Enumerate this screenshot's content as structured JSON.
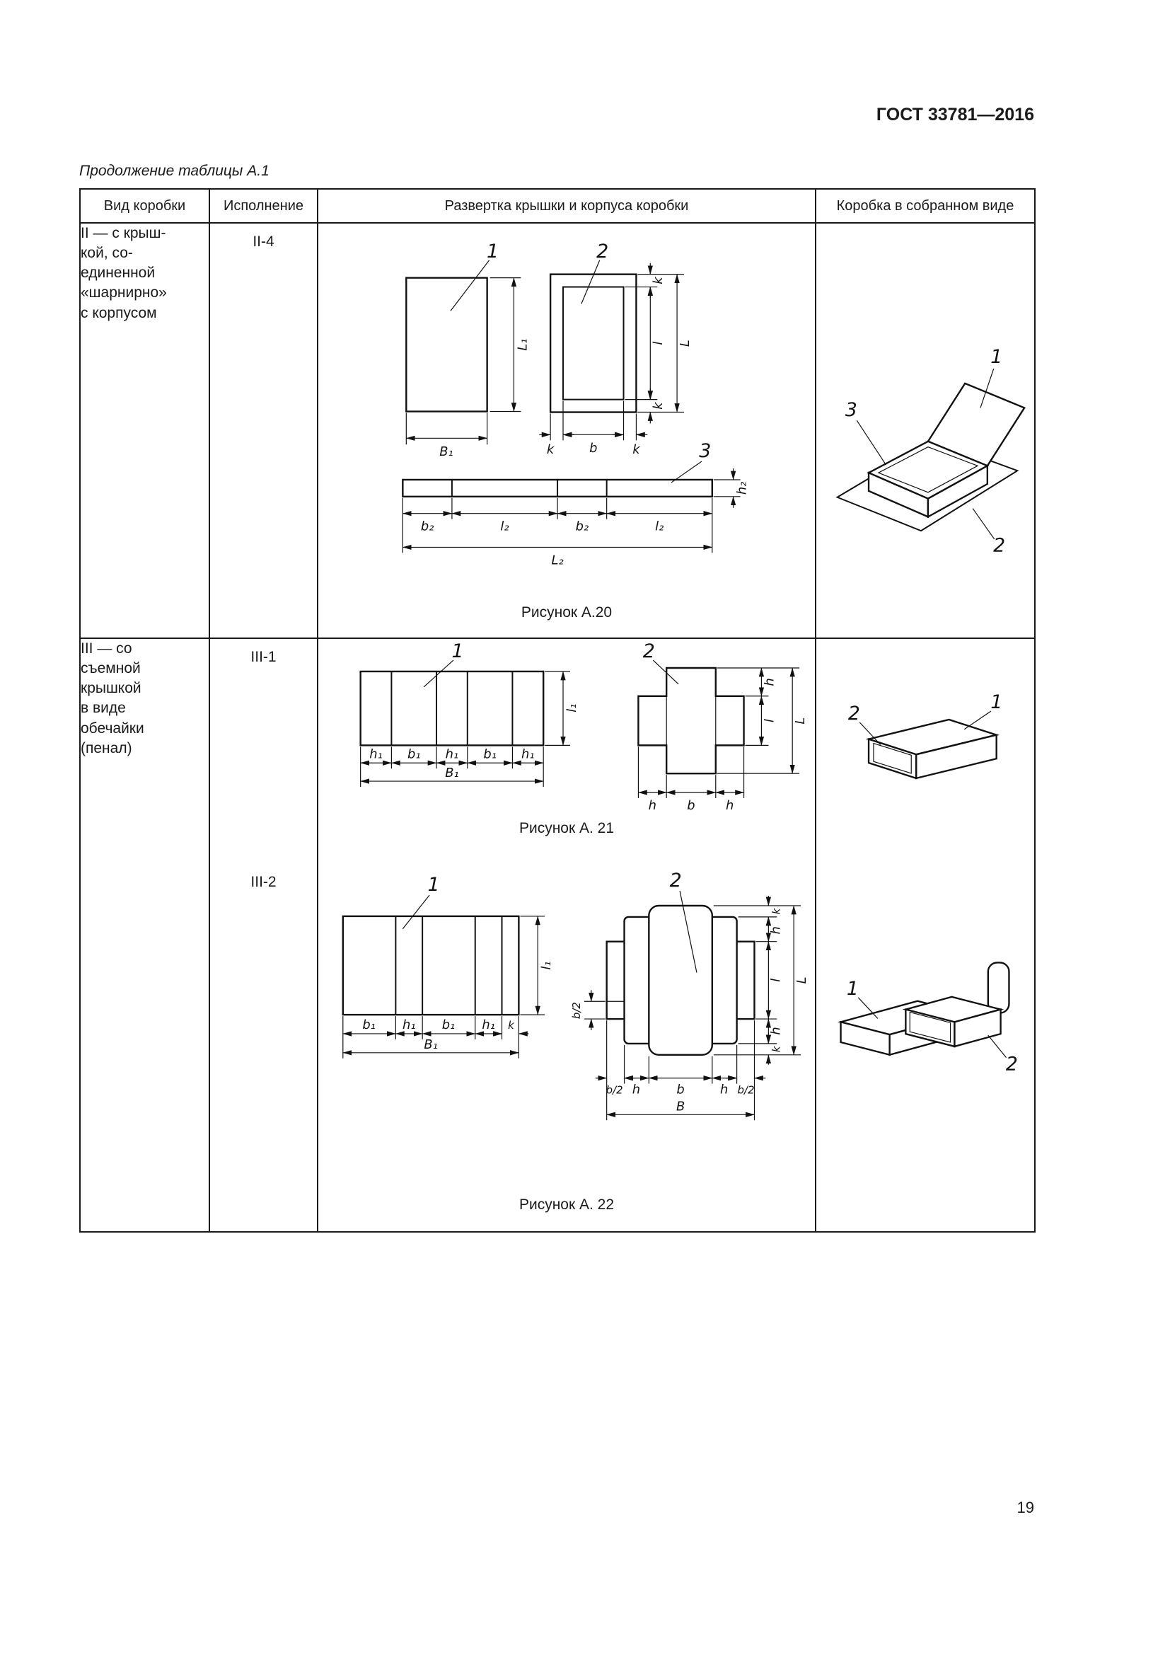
{
  "page": {
    "doc_number": "ГОСТ 33781—2016",
    "table_continuation": "Продолжение таблицы А.1",
    "page_number": "19"
  },
  "table": {
    "headers": {
      "box_type": "Вид коробки",
      "execution": "Исполнение",
      "development": "Развертка крышки и корпуса коробки",
      "assembled": "Коробка в собранном виде"
    },
    "row_ii": {
      "box_type": "II — с крыш-\nкой, со-\nединенной\n«шарнирно»\nс корпусом",
      "execution": "II-4",
      "caption": "Рисунок А.20"
    },
    "row_iii": {
      "box_type": "III — со\nсъемной\nкрышкой\nв виде\nобечайки\n(пенал)",
      "execution_1": "III-1",
      "caption_1": "Рисунок А. 21",
      "execution_2": "III-2",
      "caption_2": "Рисунок А. 22"
    }
  },
  "fig_a20": {
    "part_1": "1",
    "part_2": "2",
    "part_3": "3",
    "B1": "B₁",
    "L1": "L₁",
    "k": "k",
    "b": "b",
    "l": "l",
    "L": "L",
    "b2": "b₂",
    "l2": "l₂",
    "L2": "L₂",
    "h2": "h₂"
  },
  "fig_a20_assembled": {
    "part_1": "1",
    "part_2": "2",
    "part_3": "3"
  },
  "fig_a21": {
    "part_1": "1",
    "part_2": "2",
    "h1": "h₁",
    "b1": "b₁",
    "B1": "B₁",
    "l1": "l₁",
    "h": "h",
    "b": "b",
    "l": "l",
    "L": "L"
  },
  "fig_a21_assembled": {
    "part_1": "1",
    "part_2": "2"
  },
  "fig_a22": {
    "part_1": "1",
    "part_2": "2",
    "b1": "b₁",
    "h1": "h₁",
    "k": "k",
    "B1": "B₁",
    "l1": "l₁",
    "b_half": "b/2",
    "h": "h",
    "b": "b",
    "l": "l",
    "L": "L",
    "B": "B"
  },
  "fig_a22_assembled": {
    "part_1": "1",
    "part_2": "2"
  }
}
